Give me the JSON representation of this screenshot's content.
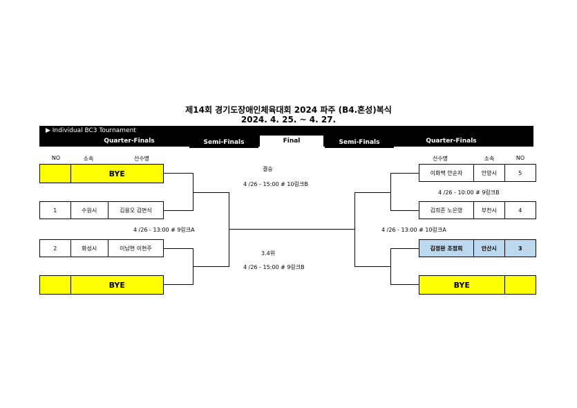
{
  "title": {
    "line1": "제14회 경기도장애인체육대회 2024 파주 (B4.혼성)복식",
    "line2": "2024. 4. 25. ~ 4. 27."
  },
  "header": {
    "tournament": "▶ Individual BC3 Tournament",
    "quarter_left": "Quarter-Finals",
    "semi_left": "Semi-Finals",
    "final": "Final",
    "semi_right": "Semi-Finals",
    "quarter_right": "Quarter-Finals"
  },
  "columns_left": {
    "no": "NO",
    "team": "소속",
    "player": "선수명"
  },
  "columns_right": {
    "player": "선수명",
    "team": "소속",
    "no": "NO"
  },
  "left": [
    {
      "no": "",
      "team": "",
      "player": "BYE"
    },
    {
      "no": "1",
      "team": "수원시",
      "player": "김용오 김면식"
    },
    {
      "no": "2",
      "team": "화성시",
      "player": "이남현 이현주"
    },
    {
      "no": "",
      "team": "",
      "player": "BYE"
    }
  ],
  "right": [
    {
      "player": "이화백 안순자",
      "team": "안양시",
      "no": "5"
    },
    {
      "player": "김희준 노은영",
      "team": "부천시",
      "no": "4"
    },
    {
      "player": "김정완 조정희",
      "team": "안산시",
      "no": "3"
    },
    {
      "player": "BYE",
      "team": "",
      "no": ""
    }
  ],
  "notes": {
    "final_label": "결승",
    "final_time": "4 /26 - 15:00 # 10링크B",
    "right_semi_time": "4 /26 - 10:00 # 9링크B",
    "left_semi_time": "4 /26 - 13:00 # 9링크A",
    "right_final_time": "4 /26 - 13:00 # 10링크A",
    "third_label": "3.4위",
    "third_time": "4 /26 - 15:00 # 9링크B"
  }
}
